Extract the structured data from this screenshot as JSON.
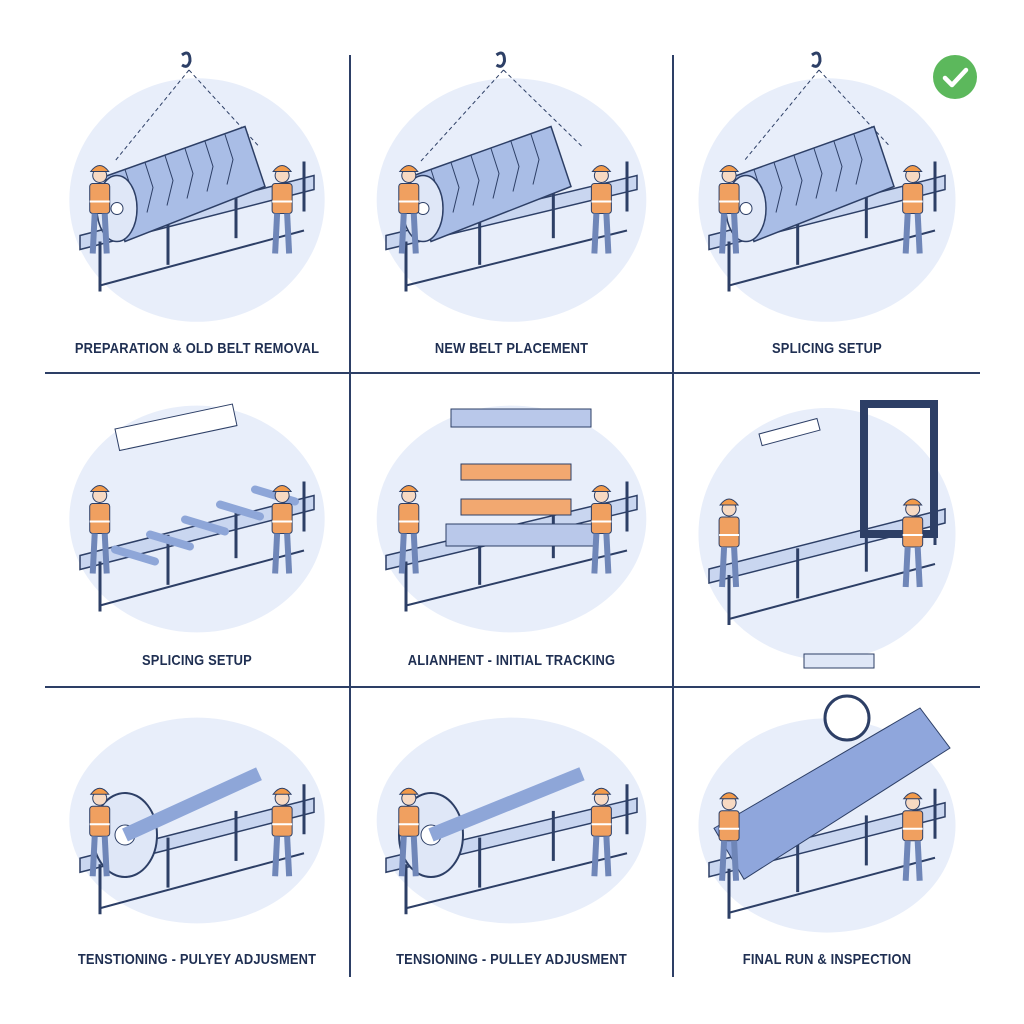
{
  "panels": [
    {
      "caption": "PREPARATION & OLD BELT REMOVAL",
      "scene": "roll"
    },
    {
      "caption": "NEW BELT PLACEMENT",
      "scene": "roll"
    },
    {
      "caption": "SPLICING SETUP",
      "scene": "roll"
    },
    {
      "caption": "SPLICING SETUP",
      "scene": "rollers"
    },
    {
      "caption": "ALIANHENT - INITIAL TRACKING",
      "scene": "press"
    },
    {
      "caption": "",
      "scene": "frame"
    },
    {
      "caption": "TENSTIONING - PULYEY ADJUSMENT",
      "scene": "pulley"
    },
    {
      "caption": "TENSIONING - PULLEY ADJUSMENT",
      "scene": "pulley"
    },
    {
      "caption": "FINAL RUN & INSPECTION",
      "scene": "belt"
    }
  ],
  "status": {
    "completed_icon": "check-circle-icon"
  },
  "colors": {
    "line": "#2d3f66",
    "blob": "#e8eefa",
    "vest": "#f0a060",
    "frame": "#c9d6f0",
    "check": "#5cb85c"
  }
}
